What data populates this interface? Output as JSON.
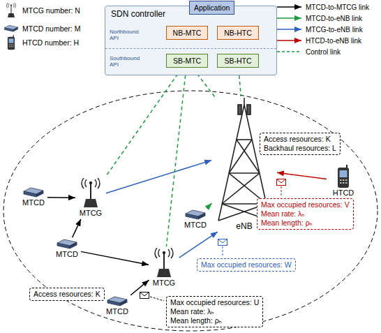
{
  "diagram": {
    "nodes": [
      {
        "text": [
          "SDN controller",
          "Northbound API",
          "Southbound API"
        ]
      },
      {
        "text": [
          "Application"
        ],
        "in": 0
      },
      {
        "text": [
          "NB-MTC"
        ],
        "in": 0
      },
      {
        "text": [
          "NB-HTC"
        ],
        "in": 0
      },
      {
        "text": [
          "SB-MTC"
        ],
        "in": 0
      },
      {
        "text": [
          "SB-HTC"
        ],
        "in": 0
      },
      {
        "text": [
          "eNB"
        ]
      },
      {
        "text": [
          "Access resources: K",
          "Backhaul resources: L"
        ]
      },
      {
        "text": [
          "MTCG"
        ]
      },
      {
        "text": [
          "MTCD"
        ]
      },
      {
        "text": [
          "HTCD"
        ]
      },
      {
        "text": [
          "MTCD"
        ]
      },
      {
        "text": [
          "Max occupied resources: V",
          "Mean rate: λₕ",
          "Mean length: ρₕ"
        ]
      },
      {
        "text": [
          "MTCD"
        ]
      },
      {
        "text": [
          "MTCG"
        ]
      },
      {
        "text": [
          "Max occupied resources: W"
        ]
      },
      {
        "text": [
          "Access resources: K"
        ]
      },
      {
        "text": [
          "MTCD"
        ]
      },
      {
        "text": [
          "Max occupied resources: U",
          "Mean rate: λₕ",
          "Mean length: ρₕ"
        ]
      }
    ],
    "edges": [
      {
        "from": 9,
        "to": 8,
        "arrow": "to"
      },
      {
        "from": 13,
        "to": 8,
        "arrow": "to"
      },
      {
        "from": 13,
        "to": 14,
        "arrow": "to"
      },
      {
        "from": 17,
        "to": 14,
        "arrow": "to"
      },
      {
        "from": 8,
        "to": 6,
        "arrow": "to"
      },
      {
        "from": 14,
        "to": 6,
        "arrow": "to"
      },
      {
        "from": 11,
        "to": 6,
        "arrow": "to"
      },
      {
        "from": 10,
        "to": 6,
        "arrow": "to"
      },
      {
        "from": 4,
        "to": 8,
        "arrow": "none"
      },
      {
        "from": 4,
        "to": 14,
        "arrow": "none"
      },
      {
        "from": 4,
        "to": 6,
        "arrow": "none"
      },
      {
        "from": 5,
        "to": 6,
        "arrow": "none"
      }
    ],
    "legend": [
      {
        "text": "MTCG number: N"
      },
      {
        "text": "MTCD number: M"
      },
      {
        "text": "HTCD number: H"
      },
      {
        "text": "MTCD-to-MTCG link"
      },
      {
        "text": "MTCD-to-eNB link"
      },
      {
        "text": "MTCG-to-eNB link"
      },
      {
        "text": "HTCD-to-eNB link"
      },
      {
        "text": "Control link"
      }
    ]
  }
}
